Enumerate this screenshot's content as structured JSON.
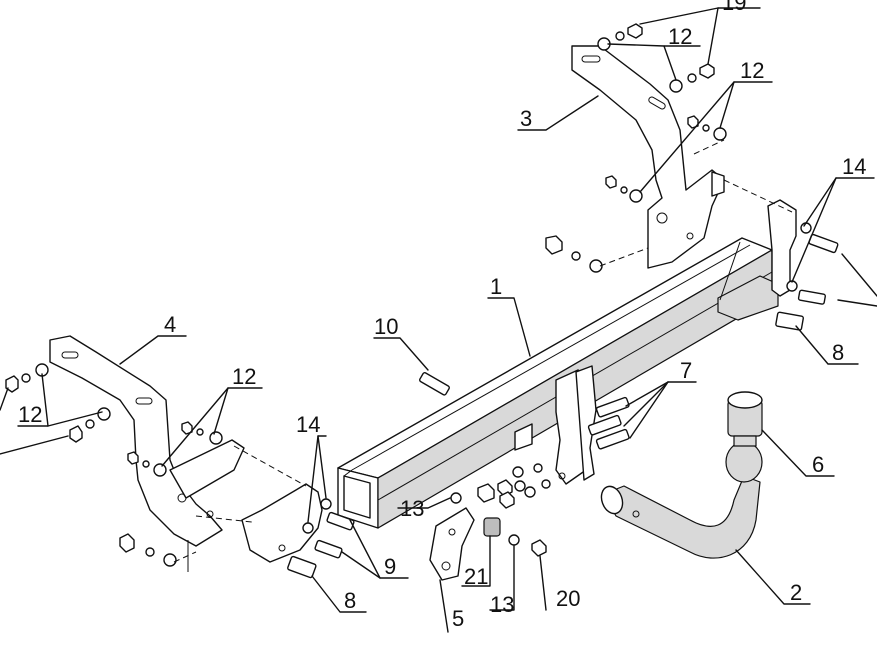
{
  "labels": {
    "l19": "19",
    "l12a": "12",
    "l12b": "12",
    "l3": "3",
    "l14r": "14",
    "l1": "1",
    "l4": "4",
    "l10": "10",
    "l12c": "12",
    "l12d": "12",
    "l8r": "8",
    "l7": "7",
    "l14l": "14",
    "l6": "6",
    "l13a": "13",
    "l9": "9",
    "l21": "21",
    "l13b": "13",
    "l20": "20",
    "l8l": "8",
    "l5": "5",
    "l2": "2"
  }
}
